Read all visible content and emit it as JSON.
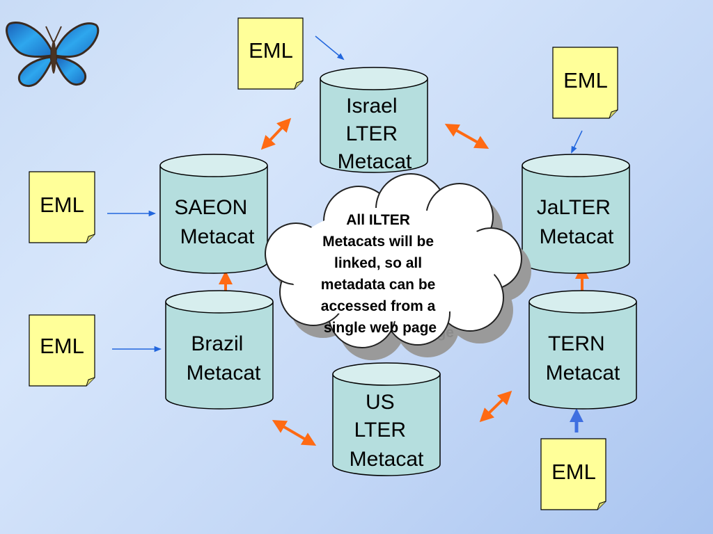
{
  "note_label": "EML",
  "databases": {
    "israel": {
      "lines": [
        "Israel",
        "LTER",
        "Metacat"
      ]
    },
    "saeon": {
      "lines": [
        "SAEON",
        "Metacat"
      ]
    },
    "jalter": {
      "lines": [
        "JaLTER",
        "Metacat"
      ]
    },
    "brazil": {
      "lines": [
        "Brazil",
        "Metacat"
      ]
    },
    "tern": {
      "lines": [
        "TERN",
        "Metacat"
      ]
    },
    "us": {
      "lines": [
        "US",
        "LTER",
        "Metacat"
      ]
    }
  },
  "cloud": {
    "lines": [
      "All ILTER",
      "Metacats will be",
      "linked, so all",
      "metadata can be",
      "accessed from a",
      "single web page"
    ]
  },
  "colors": {
    "note_fill": "#ffff99",
    "db_fill": "#b5dede",
    "db_top": "#d7eeee",
    "link_arrow": "#ff6a13",
    "feed_arrow": "#2266dd",
    "thick_feed_arrow": "#3f6fe0"
  },
  "icons": {
    "logo": "butterfly-icon"
  }
}
